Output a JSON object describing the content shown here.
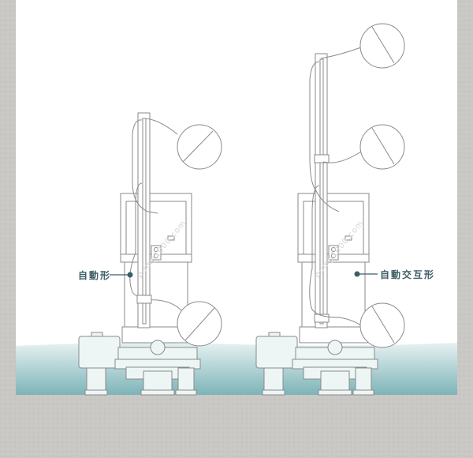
{
  "labels": {
    "left": "自動形",
    "right": "自動交互形"
  },
  "watermark": "pump1000.com",
  "colors": {
    "background": "#c9c8c5",
    "panel": "#ffffff",
    "water_top": "#e4f0f0",
    "water_bottom": "#7db4b8",
    "line": "#8a8a8a",
    "label": "#3d5e66"
  }
}
